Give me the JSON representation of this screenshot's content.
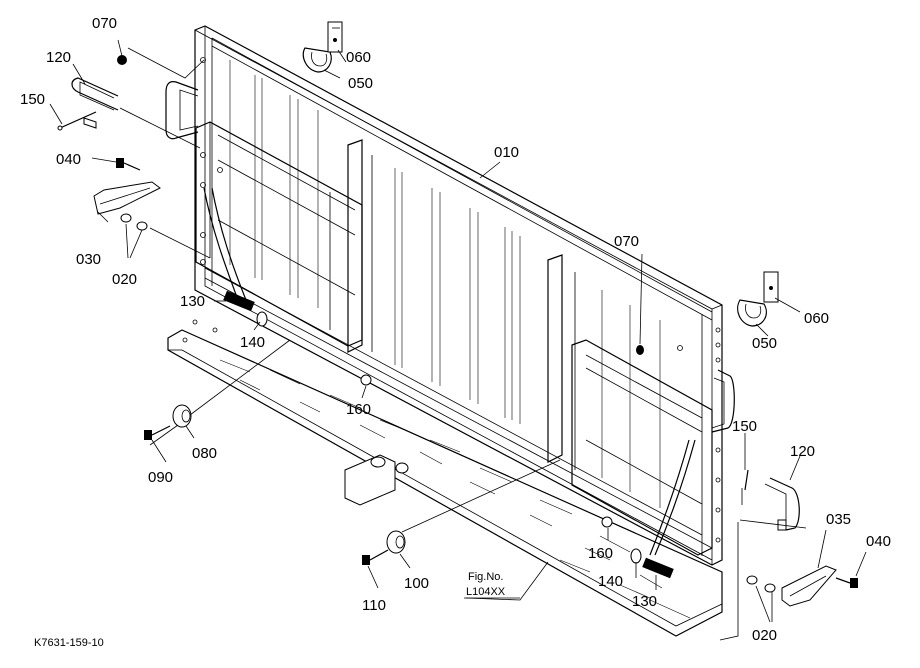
{
  "diagram": {
    "labels": {
      "p010": "010",
      "p020a": "020",
      "p020b": "020",
      "p030": "030",
      "p035": "035",
      "p040a": "040",
      "p040b": "040",
      "p050a": "050",
      "p050b": "050",
      "p060a": "060",
      "p060b": "060",
      "p070a": "070",
      "p070b": "070",
      "p080": "080",
      "p090": "090",
      "p100": "100",
      "p110": "110",
      "p120a": "120",
      "p120b": "120",
      "p130a": "130",
      "p130b": "130",
      "p140a": "140",
      "p140b": "140",
      "p150a": "150",
      "p150b": "150",
      "p160a": "160",
      "p160b": "160"
    },
    "fig_ref": {
      "line1": "Fig.No.",
      "line2": "L104XX"
    },
    "footer_code": "K7631-159-10"
  }
}
